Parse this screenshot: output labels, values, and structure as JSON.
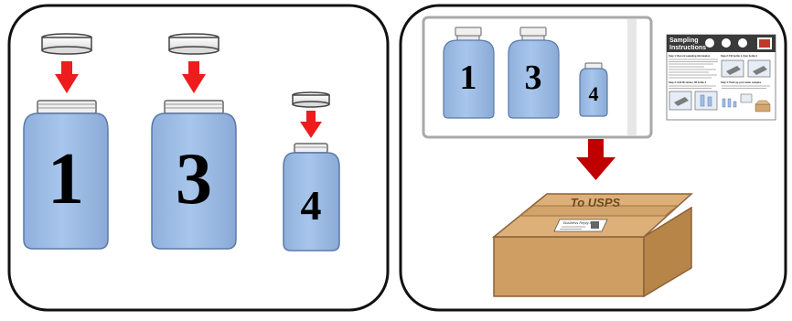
{
  "left_panel": {
    "bottles": [
      {
        "number": "1",
        "cap": "large"
      },
      {
        "number": "3",
        "cap": "large"
      },
      {
        "number": "4",
        "cap": "small"
      }
    ]
  },
  "right_panel": {
    "tray_bottles": [
      "1",
      "3",
      "4"
    ],
    "instruction_sheet": {
      "title_line1": "Sampling",
      "title_line2": "Instructions",
      "step1": "Step 1: Record sampling information",
      "step2": "Step 2: Fill bottle 1, then bottle 3",
      "step3": "Step 3: Add ID sticker, fill bottle 4",
      "step4": "Step 4: Pack up your water samples"
    },
    "box": {
      "top_label": "To USPS",
      "label_title": "Business Reply Label"
    }
  },
  "colors": {
    "bottle_fill": "#9fbfe6",
    "bottle_stroke": "#5b79a8",
    "arrow_red": "#ee1c1c",
    "arrow_dark_red": "#c00000",
    "box_fill": "#d2a670",
    "box_stroke": "#8b6239"
  }
}
